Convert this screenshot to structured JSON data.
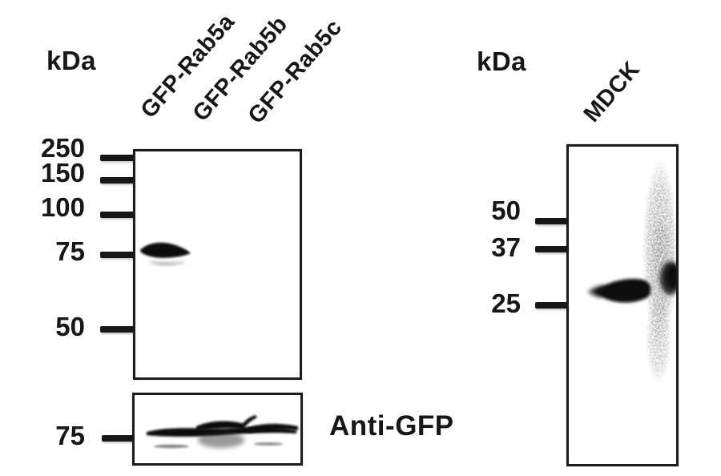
{
  "figure": {
    "type": "western-blot",
    "colors": {
      "background": "#ffffff",
      "ink": "#171717",
      "band": "#0b0b0b"
    },
    "left_panel": {
      "unit_label": "kDa",
      "lane_labels": [
        "GFP-Rab5a",
        "GFP-Rab5b",
        "GFP-Rab5c"
      ],
      "main_blot": {
        "marker_labels": [
          "250",
          "150",
          "100",
          "75",
          "50"
        ],
        "bands": [
          {
            "lane": "GFP-Rab5a",
            "position_kda": "75",
            "intensity": "strong"
          }
        ]
      },
      "control_blot": {
        "marker_labels": [
          "75"
        ],
        "label": "Anti-GFP",
        "bands": [
          {
            "lane": "GFP-Rab5a",
            "position_kda": "75",
            "intensity": "strong"
          },
          {
            "lane": "GFP-Rab5b",
            "position_kda": "75",
            "intensity": "strong"
          },
          {
            "lane": "GFP-Rab5c",
            "position_kda": "75",
            "intensity": "strong"
          }
        ]
      }
    },
    "right_panel": {
      "unit_label": "kDa",
      "lane_labels": [
        "MDCK"
      ],
      "blot": {
        "marker_labels": [
          "50",
          "37",
          "25"
        ],
        "bands": [
          {
            "lane": "MDCK",
            "position_kda": "between 25 and 37",
            "intensity": "strong"
          }
        ]
      }
    }
  }
}
